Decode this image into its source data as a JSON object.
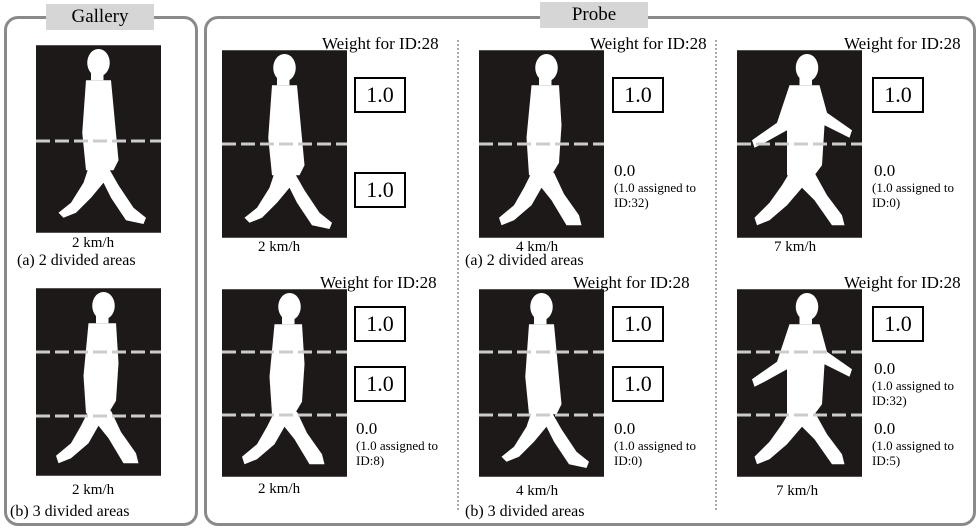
{
  "gallery": {
    "title": "Gallery",
    "rows": [
      {
        "speed": "2 km/h",
        "caption": "(a) 2 divided areas"
      },
      {
        "speed": "2 km/h",
        "caption": "(b) 3 divided areas"
      }
    ]
  },
  "probe": {
    "title": "Probe",
    "weight_label": "Weight for ID:28",
    "captions": [
      "(a) 2 divided areas",
      "(b) 3 divided areas"
    ],
    "cells": [
      {
        "speed": "2 km/h",
        "weights": [
          "1.0",
          "1.0"
        ],
        "notes": [
          "",
          ""
        ]
      },
      {
        "speed": "4 km/h",
        "weights": [
          "1.0",
          "0.0"
        ],
        "notes": [
          "",
          "(1.0 assigned to\nID:32)"
        ]
      },
      {
        "speed": "7 km/h",
        "weights": [
          "1.0",
          "0.0"
        ],
        "notes": [
          "",
          "(1.0 assigned to\nID:0)"
        ]
      },
      {
        "speed": "2 km/h",
        "weights": [
          "1.0",
          "1.0",
          "0.0"
        ],
        "notes": [
          "",
          "",
          "(1.0 assigned to\nID:8)"
        ]
      },
      {
        "speed": "4 km/h",
        "weights": [
          "1.0",
          "1.0",
          "0.0"
        ],
        "notes": [
          "",
          "",
          "(1.0 assigned to\nID:0)"
        ]
      },
      {
        "speed": "7 km/h",
        "weights": [
          "1.0",
          "0.0",
          "0.0"
        ],
        "notes": [
          "",
          "(1.0 assigned to\nID:32)",
          "(1.0 assigned to\nID:5)"
        ]
      }
    ]
  }
}
